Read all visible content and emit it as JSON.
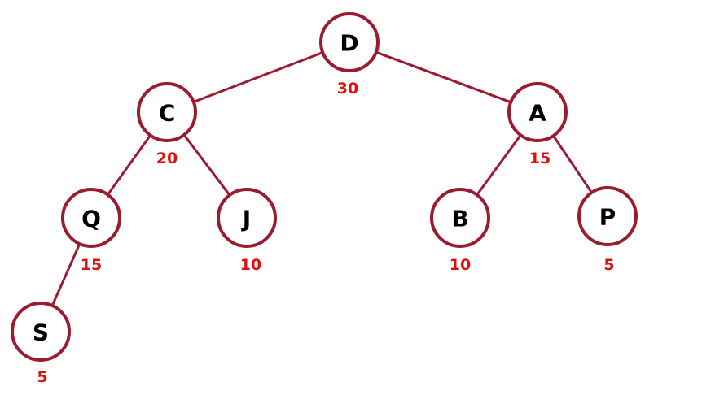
{
  "tree": {
    "nodes": [
      {
        "id": "D",
        "label": "D",
        "value": "30"
      },
      {
        "id": "C",
        "label": "C",
        "value": "20"
      },
      {
        "id": "A",
        "label": "A",
        "value": "15"
      },
      {
        "id": "Q",
        "label": "Q",
        "value": "15"
      },
      {
        "id": "J",
        "label": "J",
        "value": "10"
      },
      {
        "id": "B",
        "label": "B",
        "value": "10"
      },
      {
        "id": "P",
        "label": "P",
        "value": "5"
      },
      {
        "id": "S",
        "label": "S",
        "value": "5"
      }
    ],
    "edges": [
      {
        "from": "D",
        "to": "C"
      },
      {
        "from": "D",
        "to": "A"
      },
      {
        "from": "C",
        "to": "Q"
      },
      {
        "from": "C",
        "to": "J"
      },
      {
        "from": "A",
        "to": "B"
      },
      {
        "from": "A",
        "to": "P"
      },
      {
        "from": "Q",
        "to": "S"
      }
    ],
    "colors": {
      "edge": "#9b1b30",
      "node_border": "#9b1b30",
      "label": "#000000",
      "value": "#e01010"
    }
  }
}
